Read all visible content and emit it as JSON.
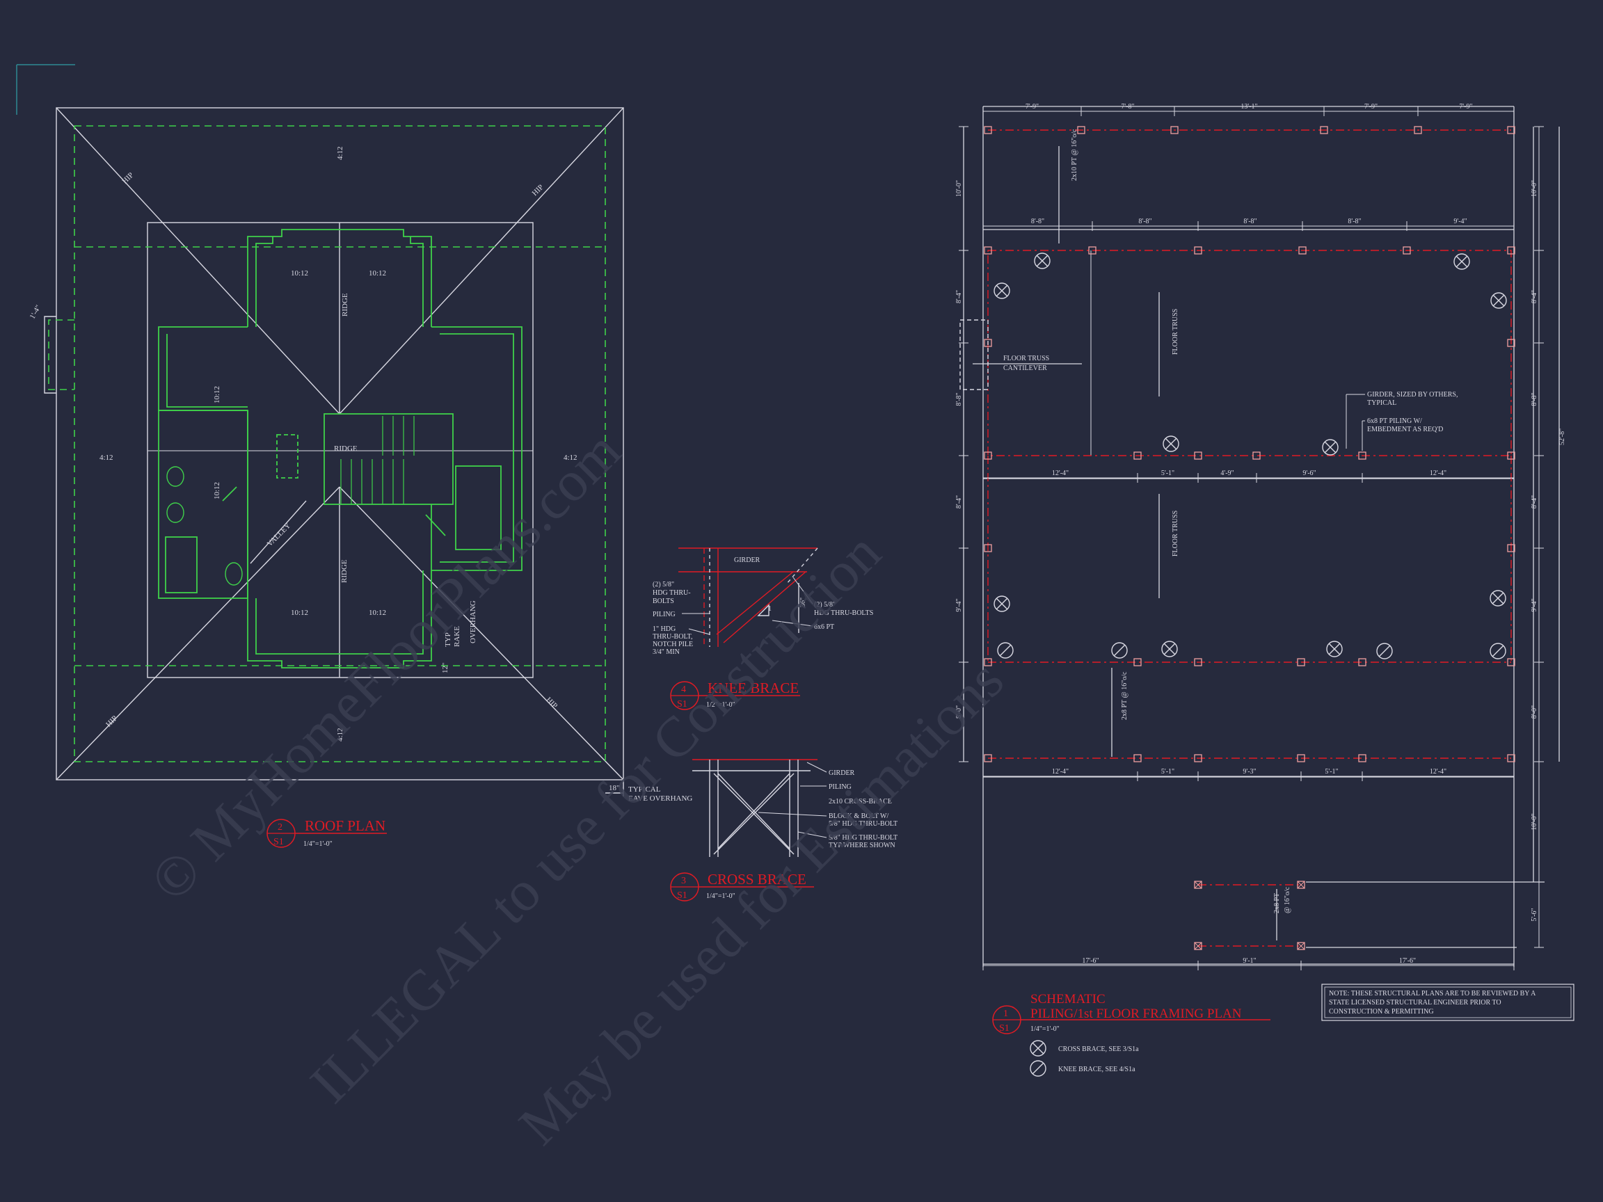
{
  "colors": {
    "background": "#262a3d",
    "line": "#d9d9e3",
    "green": "#3fd14a",
    "red": "#e01b24",
    "pile_fill": "#f0a0a0",
    "watermark": "#3a3e52"
  },
  "watermark": {
    "line1": "© MyHomeFloorPlans.com",
    "line2": "ILLEGAL to use for Construction",
    "line3": "May be used for Estimations"
  },
  "roof_plan": {
    "slope_hip_1": "HIP",
    "slope_hip_2": "HIP",
    "slope_hip_3": "HIP",
    "slope_hip_4": "HIP",
    "pitch_top": "4:12",
    "pitch_bottom": "4:12",
    "pitch_left": "4:12",
    "pitch_right": "4:12",
    "pitch_tl": "10:12",
    "pitch_tr": "10:12",
    "pitch_bl": "10:12",
    "pitch_br": "10:12",
    "pitch_wing1": "10:12",
    "pitch_wing2": "10:12",
    "ridge_1": "RIDGE",
    "ridge_2": "RIDGE",
    "ridge_3": "RIDGE",
    "valley": "VALLEY",
    "rake_1": "TYP",
    "rake_2": "RAKE",
    "rake_3": "OVERHANG",
    "rake_dim": "12\"",
    "eave_dim": "18\"",
    "eave_1": "TYPICAL",
    "eave_2": "EAVE OVERHANG",
    "side_dim": "1'-4\"",
    "title": {
      "number": "2",
      "sheet": "S1",
      "name": "ROOF PLAN",
      "scale": "1/4\"=1'-0\""
    }
  },
  "knee_brace": {
    "girder": "GIRDER",
    "note_left_1": "(2) 5/8\"",
    "note_left_2": "HDG THRU-",
    "note_left_3": "BOLTS",
    "piling": "PILING",
    "note_bolt_1": "1\" HDG",
    "note_bolt_2": "THRU-BOLT,",
    "note_bolt_3": "NOTCH PILE",
    "note_bolt_4": "3/4\" MIN",
    "note_right_1": "(2) 5/8\"",
    "note_right_2": "HDG THRU-BOLTS",
    "pt": "6x6 PT",
    "dim": "36\"",
    "angle": "1",
    "title": {
      "number": "4",
      "sheet": "S1",
      "name": "KNEE BRACE",
      "scale": "1/2\"=1'-0\""
    }
  },
  "cross_brace": {
    "girder": "GIRDER",
    "piling": "PILING",
    "brace": "2x10 CROSS-BRACE",
    "block_1": "BLOCK & BOLT W/",
    "block_2": "5/8\" HDG THRU-BOLT",
    "hdg_1": "5/8\" HDG THRU-BOLT",
    "hdg_2": "TYP WHERE SHOWN",
    "title": {
      "number": "3",
      "sheet": "S1",
      "name": "CROSS BRACE",
      "scale": "1/4\"=1'-0\""
    }
  },
  "framing": {
    "top_dims": [
      "7'-9\"",
      "7'-8\"",
      "13'-1\"",
      "7'-9\"",
      "7'-9\""
    ],
    "row2_dims": [
      "8'-8\"",
      "8'-8\"",
      "8'-8\"",
      "8'-8\"",
      "9'-4\""
    ],
    "row3_dims": [
      "12'-4\"",
      "5'-1\"",
      "4'-9\"",
      "9'-6\"",
      "12'-4\""
    ],
    "row4_dims": [
      "12'-4\"",
      "5'-1\"",
      "9'-3\"",
      "5'-1\"",
      "12'-4\""
    ],
    "bottom_dims": [
      "17'-6\"",
      "9'-1\"",
      "17'-6\""
    ],
    "left_dims": [
      "10'-0\"",
      "8'-4\"",
      "8'-8\"",
      "8'-4\"",
      "9'-4\"",
      "8'-0\""
    ],
    "right_dims": [
      "10'-0\"",
      "8'-4\"",
      "8'-8\"",
      "8'-4\"",
      "9'-4\"",
      "8'-0\"",
      "10'-0\"",
      "5'-6\""
    ],
    "overall": "52'-8\"",
    "pt_joist": "2x10 PT @ 16\"o/c",
    "pt_joist_2": "2x8 PT @ 16\"o/c",
    "pt_joist_3": "2x8 PT",
    "pt_joist_3b": "@ 16\"o/c",
    "floor_truss_1": "FLOOR TRUSS",
    "floor_truss_2": "FLOOR TRUSS",
    "cantilever_1": "FLOOR TRUSS",
    "cantilever_2": "CANTILEVER",
    "girder_note_1": "GIRDER, SIZED BY OTHERS,",
    "girder_note_2": "TYPICAL",
    "piling_note_1": "6x8 PT PILING W/",
    "piling_note_2": "EMBEDMENT AS REQ'D",
    "note_1": "NOTE: THESE STRUCTURAL PLANS ARE TO BE REVIEWED BY A",
    "note_2": "STATE LICENSED STRUCTURAL ENGINEER PRIOR TO",
    "note_3": "CONSTRUCTION & PERMITTING",
    "title": {
      "number": "1",
      "sheet": "S1",
      "name_1": "SCHEMATIC",
      "name_2": "PILING/1st FLOOR FRAMING PLAN",
      "scale": "1/4\"=1'-0\""
    },
    "legend_cross": "CROSS BRACE, SEE 3/S1a",
    "legend_knee": "KNEE BRACE, SEE 4/S1a"
  }
}
